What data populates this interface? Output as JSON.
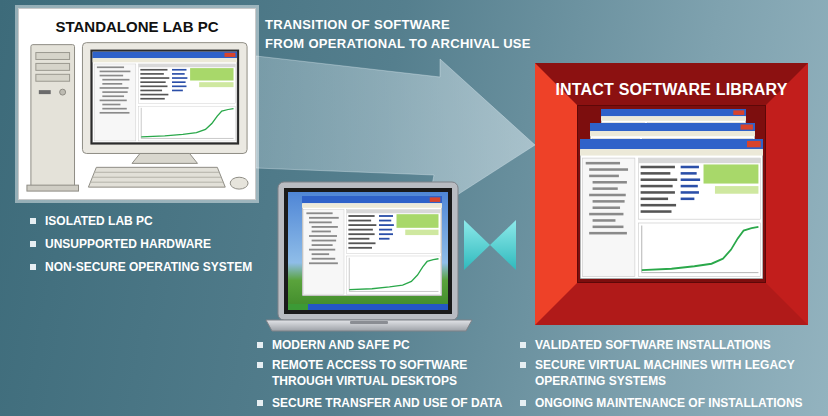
{
  "diagram": {
    "nodes": [
      {
        "text": [
          "STANDALONE LAB PC"
        ]
      },
      {
        "text": [
          "INTACT SOFTWARE LIBRARY"
        ]
      }
    ],
    "edges": [
      {
        "from": 0,
        "to": 1,
        "arrow": "to",
        "label": "TRANSITION OF SOFTWARE FROM OPERATIONAL TO ARCHIVAL USE"
      }
    ],
    "labels": [
      "ISOLATED LAB PC",
      "UNSUPPORTED HARDWARE",
      "NON-SECURE OPERATING SYSTEM",
      "MODERN AND SAFE PC",
      "REMOTE ACCESS TO SOFTWARE THROUGH VIRTUAL DESKTOPS",
      "SECURE TRANSFER AND USE OF DATA",
      "VALIDATED SOFTWARE INSTALLATIONS",
      "SECURE VIRTUAL MACHINES WITH LEGACY OPERATING SYSTEMS",
      "ONGOING MAINTENANCE OF INSTALLATIONS"
    ]
  }
}
